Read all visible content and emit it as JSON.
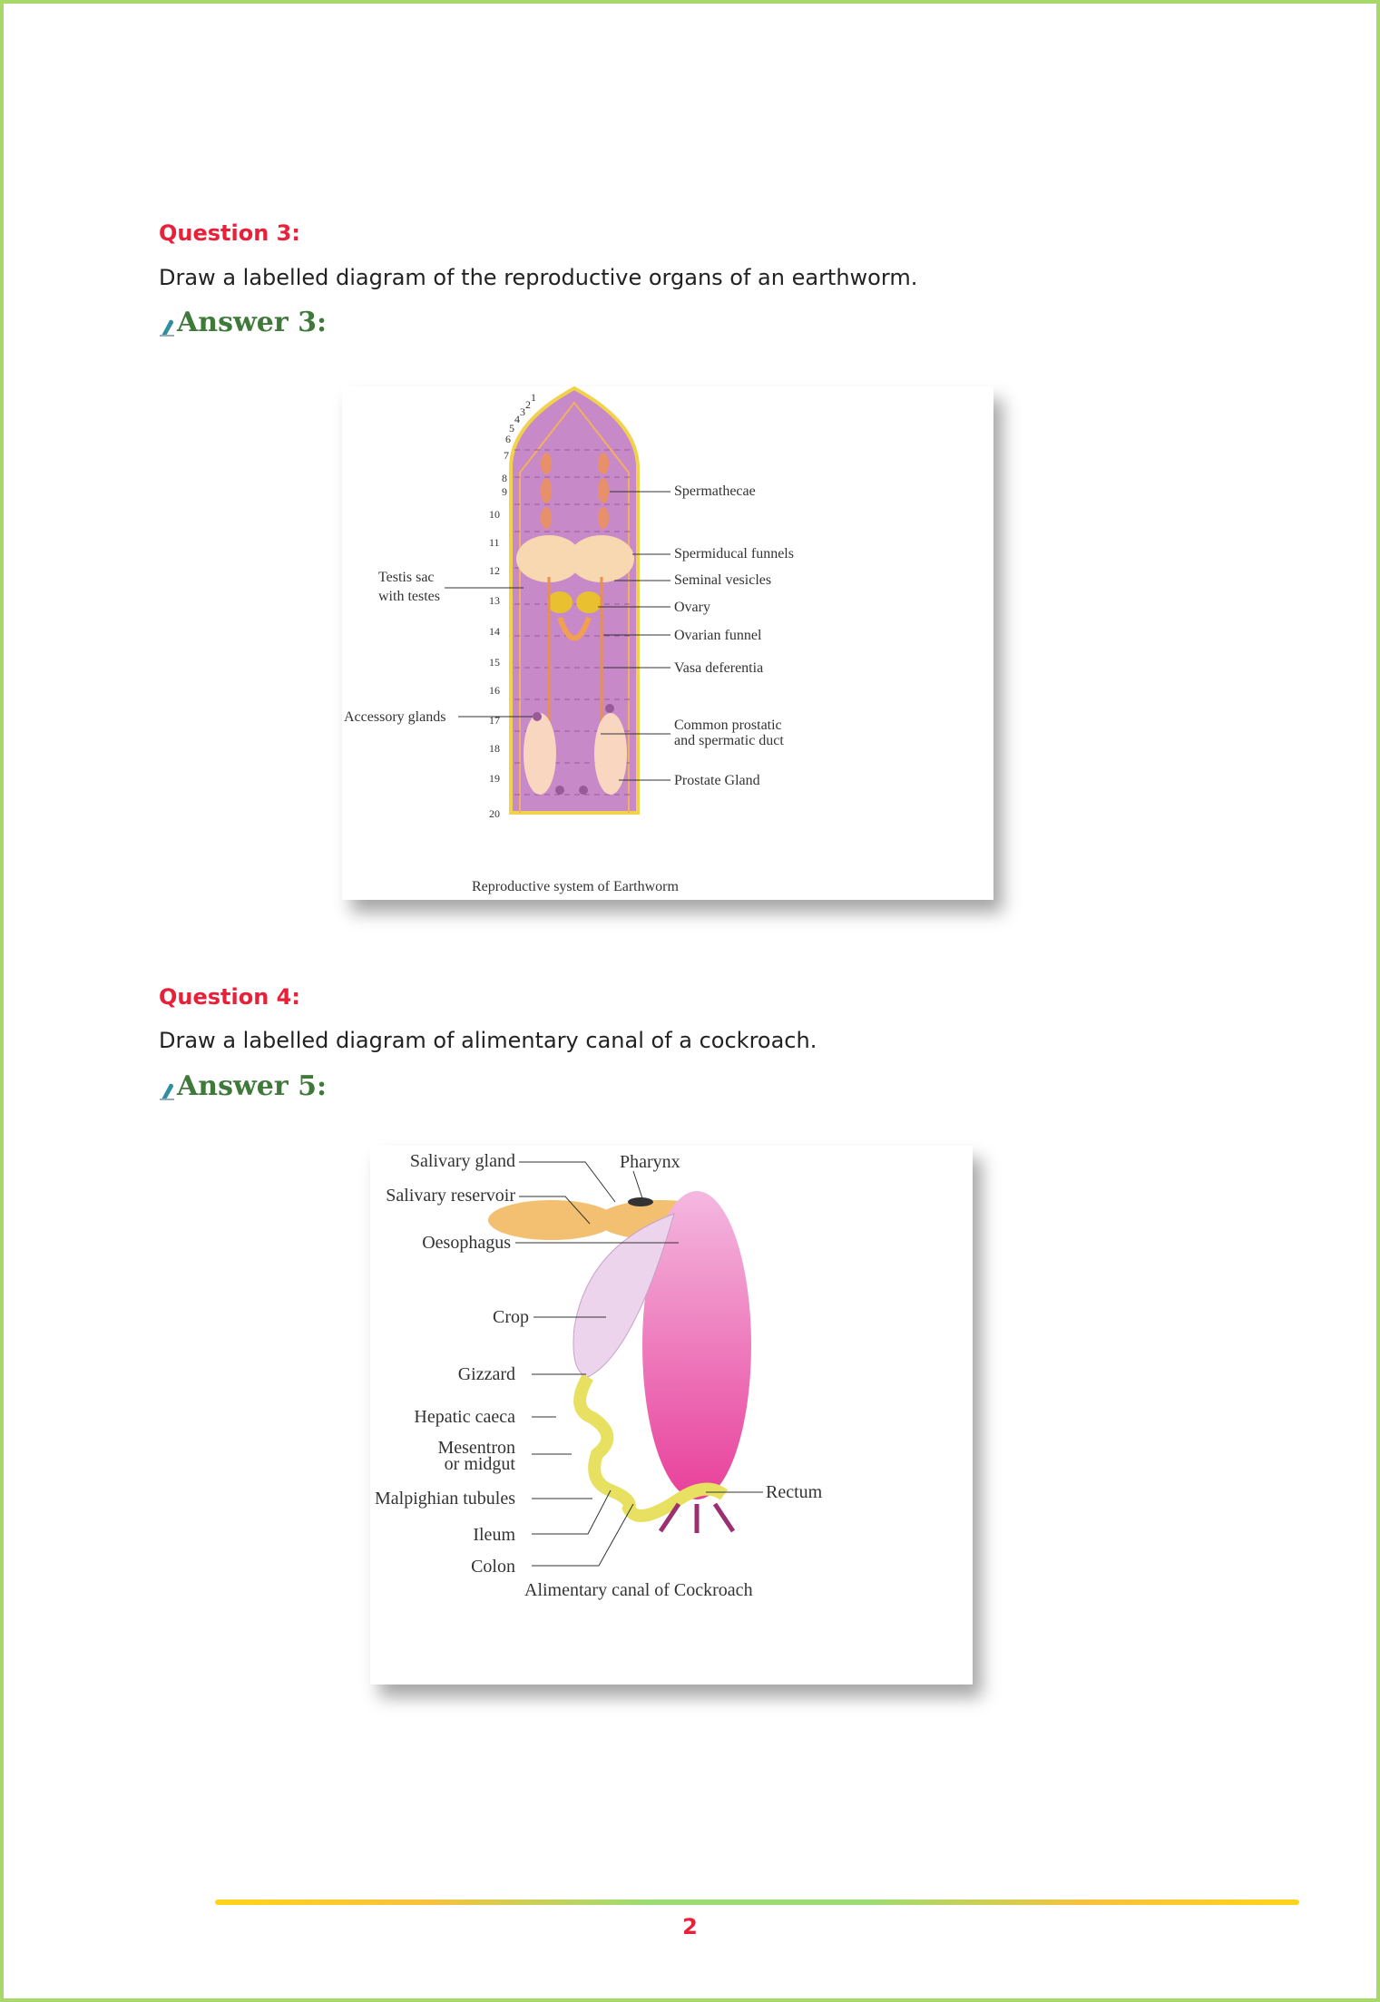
{
  "colors": {
    "question": "#e8213a",
    "answer": "#3f7a3a",
    "border": "#a8d86a"
  },
  "q3": {
    "heading": "Question 3:",
    "text": "Draw a labelled diagram of the reproductive organs of an earthworm.",
    "answer": "Answer 3:"
  },
  "fig1": {
    "caption": "Reproductive system of Earthworm",
    "labels": {
      "spermathecae": "Spermathecae",
      "spermiducal": "Spermiducal funnels",
      "seminal": "Seminal vesicles",
      "ovary": "Ovary",
      "ovarian_funnel": "Ovarian funnel",
      "vasa": "Vasa deferentia",
      "common1": "Common prostatic",
      "common2": "and spermatic duct",
      "prostate": "Prostate Gland",
      "testis1": "Testis sac",
      "testis2": "with testes",
      "accessory": "Accessory glands"
    },
    "segments": [
      "1",
      "2",
      "3",
      "4",
      "5",
      "6",
      "7",
      "8",
      "9",
      "10",
      "11",
      "12",
      "13",
      "14",
      "15",
      "16",
      "17",
      "18",
      "19",
      "20"
    ]
  },
  "q4": {
    "heading": "Question 4:",
    "text": "Draw a labelled diagram of alimentary canal of a cockroach.",
    "answer": "Answer 5:"
  },
  "fig2": {
    "caption": "Alimentary canal of Cockroach",
    "labels": {
      "salivary_gland": "Salivary gland",
      "salivary_reservoir": "Salivary reservoir",
      "pharynx": "Pharynx",
      "oesophagus": "Oesophagus",
      "crop": "Crop",
      "gizzard": "Gizzard",
      "hepatic": "Hepatic caeca",
      "mesentron1": "Mesentron",
      "mesentron2": "or midgut",
      "malpighian": "Malpighian tubules",
      "ileum": "Ileum",
      "colon": "Colon",
      "rectum": "Rectum"
    }
  },
  "footer": {
    "page_number": "2"
  }
}
